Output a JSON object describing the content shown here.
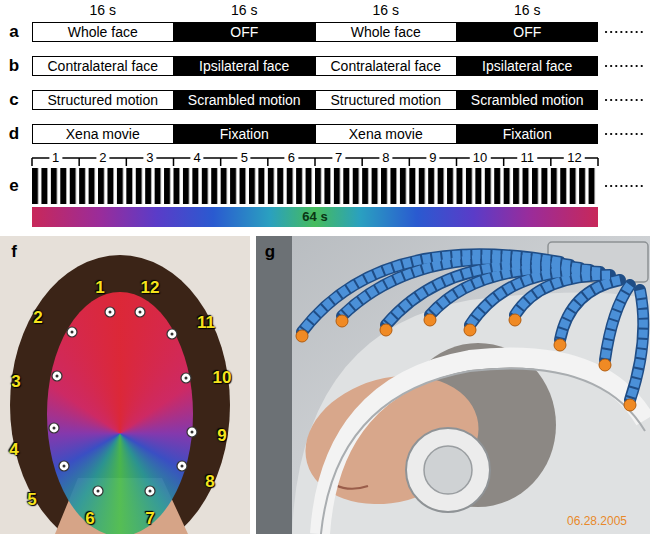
{
  "diagram": {
    "nodes": [
      {
        "text": [
          "Whole face"
        ]
      },
      {
        "text": [
          "OFF"
        ]
      },
      {
        "text": [
          "Whole face"
        ]
      },
      {
        "text": [
          "OFF"
        ]
      },
      {
        "text": [
          "Contralateral face"
        ]
      },
      {
        "text": [
          "Ipsilateral face"
        ]
      },
      {
        "text": [
          "Contralateral face"
        ]
      },
      {
        "text": [
          "Ipsilateral face"
        ]
      },
      {
        "text": [
          "Structured motion"
        ]
      },
      {
        "text": [
          "Scrambled motion"
        ]
      },
      {
        "text": [
          "Structured motion"
        ]
      },
      {
        "text": [
          "Scrambled motion"
        ]
      },
      {
        "text": [
          "Xena movie"
        ]
      },
      {
        "text": [
          "Fixation"
        ]
      },
      {
        "text": [
          "Xena movie"
        ]
      },
      {
        "text": [
          "Fixation"
        ]
      },
      {
        "text": [
          "64 s"
        ]
      }
    ],
    "labels": [
      "16 s",
      "16 s",
      "16 s",
      "16 s",
      "a",
      "b",
      "c",
      "d",
      "e",
      "1",
      "2",
      "3",
      "4",
      "5",
      "6",
      "7",
      "8",
      "9",
      "10",
      "11",
      "12",
      "f",
      "1",
      "2",
      "3",
      "4",
      "5",
      "6",
      "7",
      "8",
      "9",
      "10",
      "11",
      "12",
      "g",
      "06.28.2005"
    ]
  }
}
